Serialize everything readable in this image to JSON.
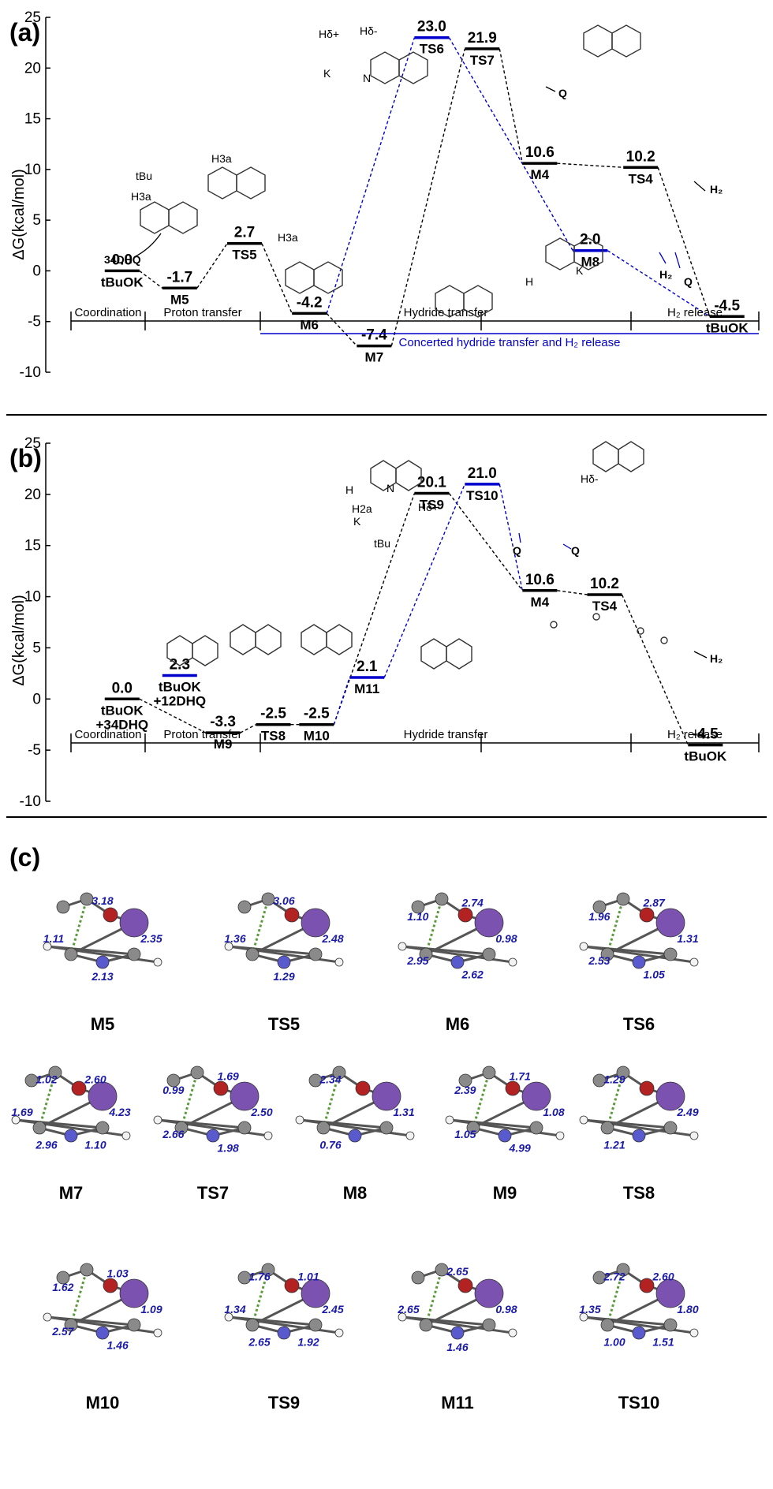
{
  "chart_data": [
    {
      "type": "line",
      "panel_label": "(a)",
      "ylabel": "ΔG(kcal/mol)",
      "ylim": [
        -10,
        25
      ],
      "yticks": [
        -10,
        -5,
        0,
        5,
        10,
        15,
        20,
        25
      ],
      "levels": [
        {
          "id": "a0",
          "value_text": "0.0",
          "value": 0.0,
          "x": 0.6,
          "label": "tBuOK"
        },
        {
          "id": "a1",
          "value_text": "-1.7",
          "value": -1.7,
          "x": 1.4,
          "label": "M5"
        },
        {
          "id": "a2",
          "value_text": "2.7",
          "value": 2.7,
          "x": 2.3,
          "label": "TS5"
        },
        {
          "id": "a3",
          "value_text": "-4.2",
          "value": -4.2,
          "x": 3.2,
          "label": "M6"
        },
        {
          "id": "a4",
          "value_text": "-7.4",
          "value": -7.4,
          "x": 4.1,
          "label": "M7"
        },
        {
          "id": "a5",
          "value_text": "23.0",
          "value": 23.0,
          "x": 4.9,
          "label": "TS6"
        },
        {
          "id": "a6",
          "value_text": "21.9",
          "value": 21.9,
          "x": 5.6,
          "label": "TS7"
        },
        {
          "id": "a7",
          "value_text": "10.6",
          "value": 10.6,
          "x": 6.4,
          "label": "M4"
        },
        {
          "id": "a8",
          "value_text": "2.0",
          "value": 2.0,
          "x": 7.1,
          "label": "M8"
        },
        {
          "id": "a9",
          "value_text": "10.2",
          "value": 10.2,
          "x": 7.8,
          "label": "TS4"
        },
        {
          "id": "a10",
          "value_text": "-4.5",
          "value": -4.5,
          "x": 9.0,
          "label": "tBuOK"
        }
      ],
      "series": [
        {
          "name": "",
          "color": "#000000",
          "path": [
            "a0",
            "a1",
            "a2",
            "a3",
            "a4",
            "a6",
            "a7",
            "a9",
            "a10"
          ]
        },
        {
          "name": "",
          "color": "#0000cc",
          "path": [
            "a3",
            "a5",
            "a8",
            "a10"
          ]
        }
      ],
      "phases": [
        {
          "label": "Coordination",
          "from": 0,
          "to": 1
        },
        {
          "label": "Proton transfer",
          "from": 1,
          "to": 2
        },
        {
          "label": "Hydride transfer",
          "from": 2,
          "to": 4
        },
        {
          "label": "H₂ release",
          "from": 4,
          "to": 5
        }
      ],
      "blue_phase": "Concerted hydride transfer and H₂ release",
      "annotations": [
        "34DHQ",
        "Q",
        "H₂",
        "H₂",
        "Q",
        "tBu",
        "H3a",
        "H3a",
        "H3a",
        "K",
        "K",
        "N",
        "H",
        "Hδ+",
        "Hδ-"
      ]
    },
    {
      "type": "line",
      "panel_label": "(b)",
      "ylabel": "ΔG(kcal/mol)",
      "ylim": [
        -10,
        25
      ],
      "yticks": [
        -10,
        -5,
        0,
        5,
        10,
        15,
        20,
        25
      ],
      "levels": [
        {
          "id": "b0",
          "value_text": "0.0",
          "value": 0.0,
          "x": 0.6,
          "label": "tBuOK +34DHQ"
        },
        {
          "id": "b1",
          "value_text": "2.3",
          "value": 2.3,
          "x": 1.4,
          "label": "tBuOK +12DHQ"
        },
        {
          "id": "b2",
          "value_text": "-3.3",
          "value": -3.3,
          "x": 2.0,
          "label": "M9"
        },
        {
          "id": "b3",
          "value_text": "-2.5",
          "value": -2.5,
          "x": 2.7,
          "label": "TS8"
        },
        {
          "id": "b4",
          "value_text": "-2.5",
          "value": -2.5,
          "x": 3.3,
          "label": "M10"
        },
        {
          "id": "b5",
          "value_text": "2.1",
          "value": 2.1,
          "x": 4.0,
          "label": "M11"
        },
        {
          "id": "b6",
          "value_text": "20.1",
          "value": 20.1,
          "x": 4.9,
          "label": "TS9"
        },
        {
          "id": "b7",
          "value_text": "21.0",
          "value": 21.0,
          "x": 5.6,
          "label": "TS10"
        },
        {
          "id": "b8",
          "value_text": "10.6",
          "value": 10.6,
          "x": 6.4,
          "label": "M4"
        },
        {
          "id": "b9",
          "value_text": "10.2",
          "value": 10.2,
          "x": 7.3,
          "label": "TS4"
        },
        {
          "id": "b10",
          "value_text": "-4.5",
          "value": -4.5,
          "x": 8.7,
          "label": "tBuOK"
        }
      ],
      "series": [
        {
          "name": "",
          "color": "#000000",
          "path": [
            "b0",
            "b2",
            "b3",
            "b4",
            "b6",
            "b8",
            "b9",
            "b10"
          ]
        },
        {
          "name": "",
          "color": "#0000cc",
          "path": [
            "b4",
            "b5",
            "b7",
            "b8"
          ]
        }
      ],
      "phases": [
        {
          "label": "Coordination",
          "from": 0,
          "to": 1
        },
        {
          "label": "Proton transfer",
          "from": 1,
          "to": 2
        },
        {
          "label": "Hydride transfer",
          "from": 2,
          "to": 4
        },
        {
          "label": "H₂ release",
          "from": 4,
          "to": 5
        }
      ],
      "annotations": [
        "Q",
        "Q",
        "H₂",
        "tBu",
        "K",
        "H",
        "N",
        "H2a",
        "Hδ+",
        "Hδ-"
      ]
    }
  ],
  "panel_c": {
    "panel_label": "(c)",
    "molecules": [
      {
        "label": "M5",
        "distances": [
          "2.35",
          "2.13",
          "1.11",
          "3.18"
        ]
      },
      {
        "label": "TS5",
        "distances": [
          "2.48",
          "1.29",
          "1.36",
          "3.06"
        ]
      },
      {
        "label": "M6",
        "distances": [
          "0.98",
          "2.62",
          "2.95",
          "1.10",
          "2.74"
        ]
      },
      {
        "label": "TS6",
        "distances": [
          "1.31",
          "1.05",
          "2.53",
          "1.96",
          "2.87"
        ]
      },
      {
        "label": "M7",
        "distances": [
          "4.23",
          "1.10",
          "2.96",
          "1.69",
          "1.02",
          "2.60"
        ]
      },
      {
        "label": "TS7",
        "distances": [
          "2.50",
          "1.98",
          "2.66",
          "0.99",
          "1.69"
        ]
      },
      {
        "label": "M8",
        "distances": [
          "1.31",
          "0.76",
          "2.34"
        ]
      },
      {
        "label": "M9",
        "distances": [
          "1.08",
          "4.99",
          "1.05",
          "2.39",
          "1.71"
        ]
      },
      {
        "label": "TS8",
        "distances": [
          "2.49",
          "1.21",
          "1.29"
        ]
      },
      {
        "label": "M10",
        "distances": [
          "1.09",
          "1.46",
          "2.57",
          "1.62",
          "1.03"
        ]
      },
      {
        "label": "TS9",
        "distances": [
          "2.45",
          "1.92",
          "2.65",
          "1.34",
          "1.76",
          "1.01"
        ]
      },
      {
        "label": "M11",
        "distances": [
          "0.98",
          "1.46",
          "2.65",
          "2.65"
        ]
      },
      {
        "label": "TS10",
        "distances": [
          "1.80",
          "1.51",
          "1.00",
          "1.35",
          "2.72",
          "2.60"
        ]
      }
    ]
  },
  "colors": {
    "black_path": "#000000",
    "blue_path": "#0000cc",
    "distance_text": "#1a1aaa",
    "potassium": "#7b52b0",
    "oxygen": "#b22222",
    "nitrogen": "#5a5acf",
    "carbon": "#8a8a8a",
    "hydrogen": "#f2f2f2",
    "bond_dash": "#5a9a3a"
  }
}
